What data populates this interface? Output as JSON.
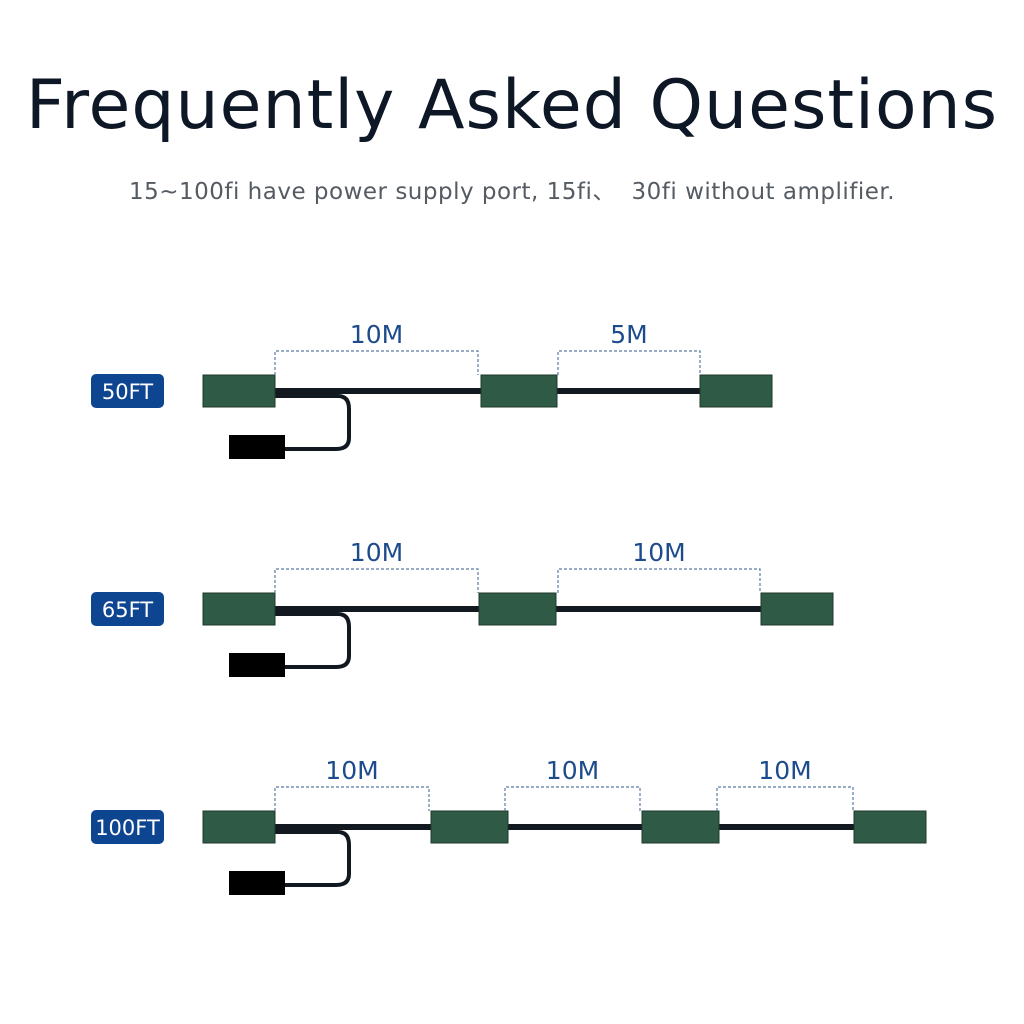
{
  "header": {
    "title": "Frequently Asked Questions",
    "subtitle": "15~100fi have power supply port, 15fi、  30fi without amplifier."
  },
  "colors": {
    "badge": "#0e4590",
    "connector": "#2f5a45",
    "cable": "#111820",
    "plug": "#000000",
    "dimension": "#5a7aa8",
    "dimension_text": "#1d4c8c"
  },
  "configs": [
    {
      "badge": "50FT",
      "segments": [
        "10M",
        "5M"
      ]
    },
    {
      "badge": "65FT",
      "segments": [
        "10M",
        "10M"
      ]
    },
    {
      "badge": "100FT",
      "segments": [
        "10M",
        "10M",
        "10M"
      ]
    }
  ]
}
